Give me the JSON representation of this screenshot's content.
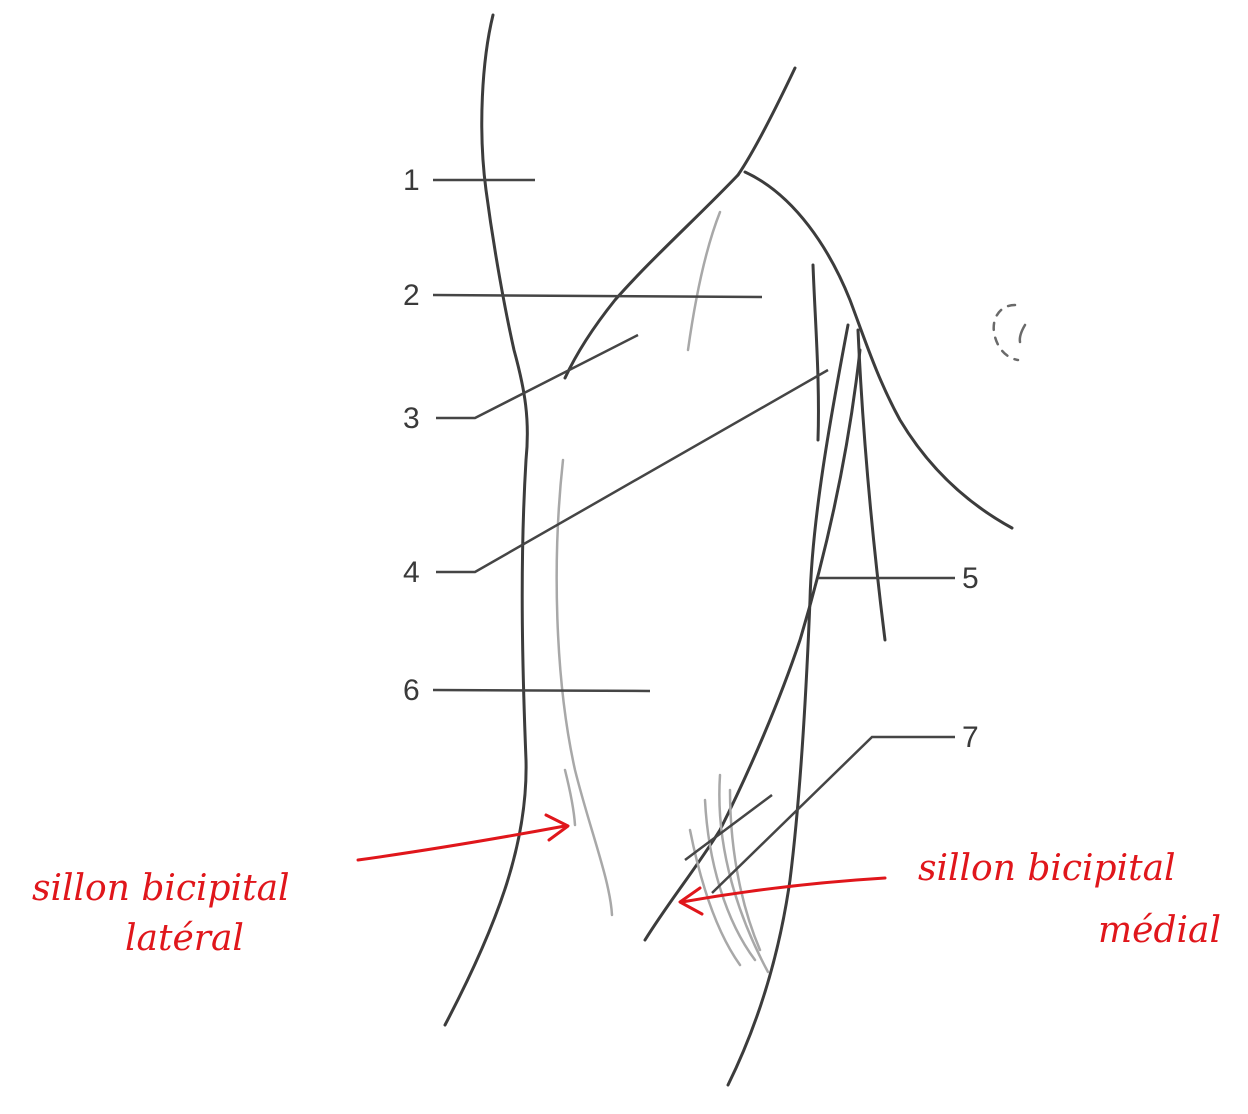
{
  "labels": {
    "n1": "1",
    "n2": "2",
    "n3": "3",
    "n4": "4",
    "n5": "5",
    "n6": "6",
    "n7": "7"
  },
  "annotations": {
    "lateral_line1": "sillon bicipital",
    "lateral_line2": "latéral",
    "medial_line1": "sillon bicipital",
    "medial_line2": "médial"
  },
  "colors": {
    "ink": "#3c3c3c",
    "annotation": "#e0161b"
  }
}
